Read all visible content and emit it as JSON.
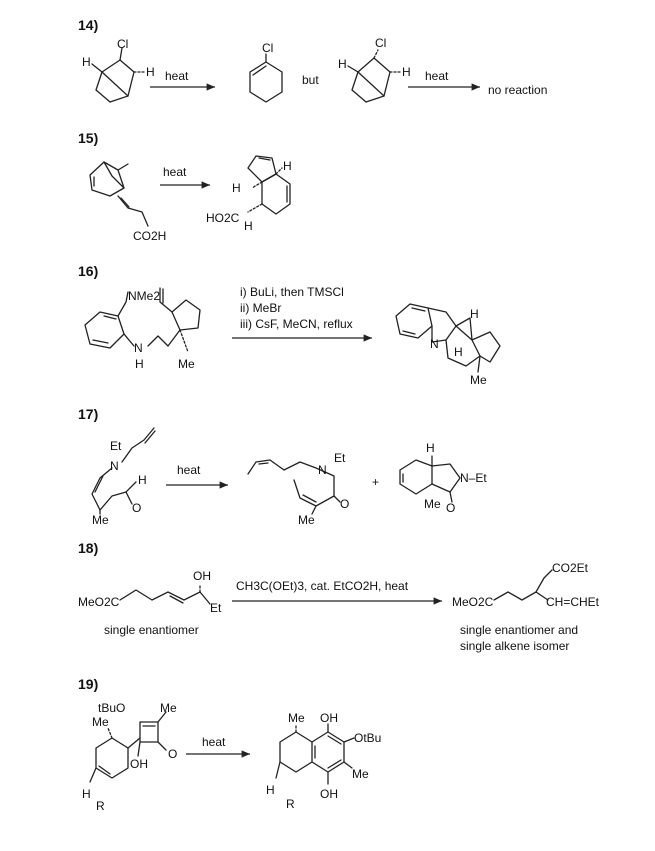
{
  "problems": [
    {
      "number": "14)",
      "conditions": [
        "heat",
        "heat"
      ],
      "connector": "but",
      "result": "no reaction",
      "atoms": [
        "Cl",
        "H",
        "H",
        "Cl",
        "Cl",
        "H",
        "H"
      ]
    },
    {
      "number": "15)",
      "conditions": [
        "heat"
      ],
      "atoms": [
        "CO2H",
        "H",
        "H",
        "HO2C",
        "H"
      ]
    },
    {
      "number": "16)",
      "conditions": [
        "i) BuLi, then TMSCl",
        "ii) MeBr",
        "iii) CsF, MeCN, reflux"
      ],
      "atoms": [
        "NMe2",
        "N",
        "H",
        "Me",
        "N",
        "H",
        "H",
        "Me"
      ]
    },
    {
      "number": "17)",
      "conditions": [
        "heat"
      ],
      "connector": "+",
      "atoms": [
        "Et",
        "N",
        "H",
        "O",
        "Me",
        "N",
        "Et",
        "O",
        "Me",
        "H",
        "N–Et",
        "Me",
        "O"
      ]
    },
    {
      "number": "18)",
      "conditions": [
        "CH3C(OEt)3, cat. EtCO2H, heat"
      ],
      "notes": [
        "single enantiomer",
        "single enantiomer and",
        "single alkene isomer"
      ],
      "atoms": [
        "OH",
        "Et",
        "MeO2C",
        "CO2Et",
        "MeO2C",
        "CH=CHEt"
      ]
    },
    {
      "number": "19)",
      "conditions": [
        "heat"
      ],
      "atoms": [
        "tBuO",
        "Me",
        "Me",
        "OH",
        "O",
        "H",
        "R",
        "Me",
        "OH",
        "OtBu",
        "Me",
        "H",
        "R",
        "OH"
      ]
    }
  ]
}
